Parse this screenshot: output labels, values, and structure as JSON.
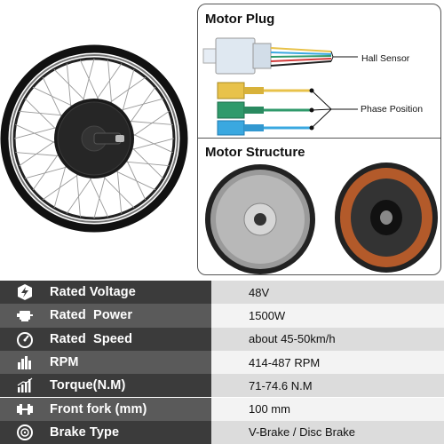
{
  "diagram": {
    "motor_plug_title": "Motor Plug",
    "motor_structure_title": "Motor Structure",
    "hall_sensor_label": "Hall Sensor",
    "phase_position_label": "Phase Position"
  },
  "colors": {
    "row_dark_left": "#3b3b3b",
    "row_light_left": "#5a5a5a",
    "row_dark_right": "#dcdcdc",
    "row_light_right": "#f3f3f3",
    "wire_yellow": "#e8c24a",
    "wire_green": "#2f9a6b",
    "wire_blue": "#3aa8e0"
  },
  "specs": [
    {
      "icon": "lightning-icon",
      "label": "Rated Voltage",
      "value": "48V"
    },
    {
      "icon": "motor-icon",
      "label": "Rated  Power",
      "value": "1500W"
    },
    {
      "icon": "speedometer-icon",
      "label": "Rated  Speed",
      "value": "about 45-50km/h"
    },
    {
      "icon": "bar-chart-icon",
      "label": "RPM",
      "value": "414-487 RPM"
    },
    {
      "icon": "torque-chart-icon",
      "label": "Torque(N.M)",
      "value": "71-74.6 N.M"
    },
    {
      "icon": "dumbbell-icon",
      "label": "Front fork (mm)",
      "value": "100 mm"
    },
    {
      "icon": "brake-disc-icon",
      "label": "Brake Type",
      "value": "V-Brake / Disc Brake"
    }
  ]
}
